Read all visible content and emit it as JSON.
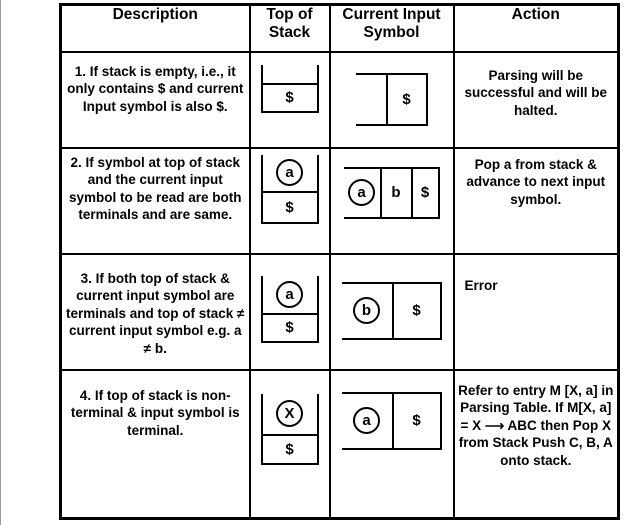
{
  "colors": {
    "line": "#000000",
    "background": "#ffffff"
  },
  "table": {
    "headers": [
      "Description",
      "Top of Stack",
      "Current Input Symbol",
      "Action"
    ],
    "rows": [
      {
        "description": "1. If stack is empty, i.e., it only contains $ and current Input symbol is also $.",
        "stack": {
          "top": "",
          "bottom": "$"
        },
        "input": {
          "open": "",
          "cells": [
            "$"
          ]
        },
        "action": "Parsing will be successful and will be halted."
      },
      {
        "description": "2. If symbol at top of stack and the current input symbol to be read are both terminals and are same.",
        "stack": {
          "top_circled": "a",
          "bottom": "$"
        },
        "input": {
          "open_circled": "a",
          "cells": [
            "b",
            "$"
          ]
        },
        "action": "Pop a from stack & advance to next input symbol."
      },
      {
        "description": "3. If both top of stack & current input symbol are terminals and top of stack ≠ current input symbol e.g. a ≠ b.",
        "stack": {
          "top_circled": "a",
          "bottom": "$"
        },
        "input": {
          "open_circled": "b",
          "cells": [
            "$"
          ]
        },
        "action": "Error"
      },
      {
        "description": "4. If top of stack is non-terminal & input symbol is terminal.",
        "stack": {
          "top_circled": "X",
          "bottom": "$"
        },
        "input": {
          "open_circled": "a",
          "cells": [
            "$"
          ]
        },
        "action": "Refer to entry M [X, a] in Parsing Table. If M[X, a] = X ⟶ ABC then Pop X from Stack Push C, B, A onto stack."
      }
    ]
  }
}
